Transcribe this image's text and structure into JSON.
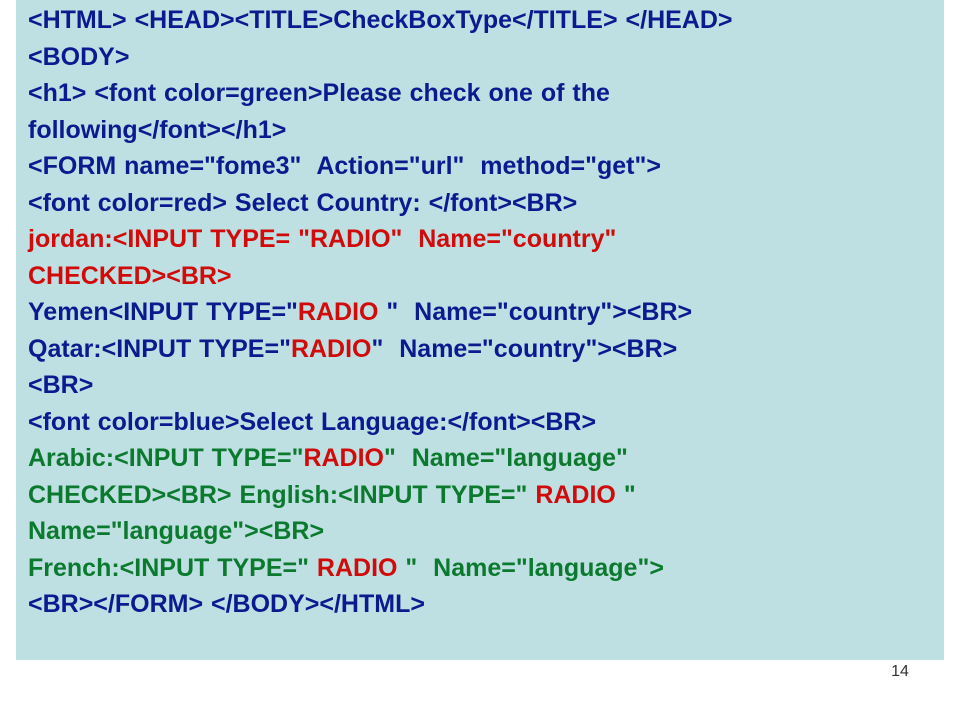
{
  "colors": {
    "panel_bg": "#bfe0e2",
    "blue": "#0b1a8f",
    "green": "#0b7a2e",
    "red": "#d10a0a",
    "navy": "#1a1a6e"
  },
  "code_lines": [
    [
      {
        "text": "<HTML> <HEAD><TITLE>CheckBoxType</TITLE> </HEAD>",
        "color": "#0b1a8f"
      }
    ],
    [
      {
        "text": "<BODY>",
        "color": "#0b1a8f"
      }
    ],
    [
      {
        "text": "<h1> <font color=green>Please check one of the",
        "color": "#0b1a8f"
      }
    ],
    [
      {
        "text": "following</font></h1>",
        "color": "#0b1a8f"
      }
    ],
    [
      {
        "text": "<FORM name=\"fome3\"  Action=\"url\"  method=\"get\">",
        "color": "#0b1a8f"
      }
    ],
    [
      {
        "text": "<font color=red> Select Country: </font><BR>",
        "color": "#0b1a8f"
      }
    ],
    [
      {
        "text": "jordan:<INPUT TYPE= \"RADIO\"  Name=\"country\"",
        "color": "#d10a0a"
      }
    ],
    [
      {
        "text": "CHECKED><BR>",
        "color": "#d10a0a"
      }
    ],
    [
      {
        "text": "Yemen<INPUT TYPE=\"",
        "color": "#0b1a8f"
      },
      {
        "text": "RADIO",
        "color": "#d10a0a"
      },
      {
        "text": " \"  Name=\"country\"><BR>",
        "color": "#0b1a8f"
      }
    ],
    [
      {
        "text": "Qatar:<INPUT TYPE=\"",
        "color": "#0b1a8f"
      },
      {
        "text": "RADIO",
        "color": "#d10a0a"
      },
      {
        "text": "\"  Name=\"country\"><BR>",
        "color": "#0b1a8f"
      }
    ],
    [
      {
        "text": "<BR>",
        "color": "#0b1a8f"
      }
    ],
    [
      {
        "text": "<font color=blue>Select Language:</font><BR>",
        "color": "#0b1a8f"
      }
    ],
    [
      {
        "text": "Arabic:<INPUT TYPE=\"",
        "color": "#0b7a2e"
      },
      {
        "text": "RADIO",
        "color": "#d10a0a"
      },
      {
        "text": "\"  Name=\"language\"",
        "color": "#0b7a2e"
      }
    ],
    [
      {
        "text": "CHECKED><BR> English:<INPUT TYPE=\" ",
        "color": "#0b7a2e"
      },
      {
        "text": "RADIO",
        "color": "#d10a0a"
      },
      {
        "text": " \"",
        "color": "#0b7a2e"
      }
    ],
    [
      {
        "text": "Name=\"language\"><BR>",
        "color": "#0b7a2e"
      }
    ],
    [
      {
        "text": "French:<INPUT TYPE=\" ",
        "color": "#0b7a2e"
      },
      {
        "text": "RADIO",
        "color": "#d10a0a"
      },
      {
        "text": " \"  Name=\"language\">",
        "color": "#0b7a2e"
      }
    ],
    [
      {
        "text": "<BR></FORM> </BODY></HTML>",
        "color": "#0b1a8f"
      }
    ]
  ],
  "slide_number": "14"
}
